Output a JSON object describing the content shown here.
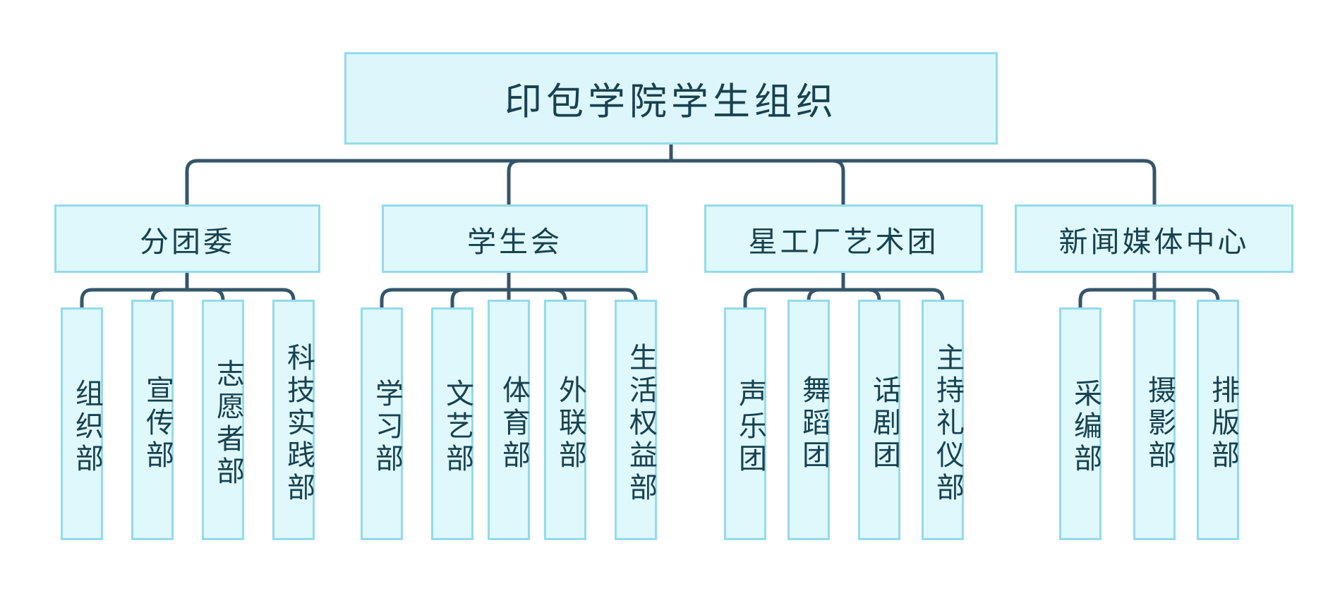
{
  "diagram": {
    "type": "organization-chart",
    "title_node": "印包学院学生组织",
    "theme": {
      "node_fill": "#dff8fc",
      "node_border": "#93dbeb",
      "text_color": "#18414f",
      "connector_color": "#34566b",
      "background": "#ffffff"
    },
    "root": {
      "label": "印包学院学生组织"
    },
    "branches": [
      {
        "label": "分团委",
        "children": [
          {
            "label": "组织部"
          },
          {
            "label": "宣传部"
          },
          {
            "label": "志愿者部"
          },
          {
            "label": "科技实践部"
          }
        ]
      },
      {
        "label": "学生会",
        "children": [
          {
            "label": "学习部"
          },
          {
            "label": "文艺部"
          },
          {
            "label": "体育部"
          },
          {
            "label": "外联部"
          },
          {
            "label": "生活权益部"
          }
        ]
      },
      {
        "label": "星工厂艺术团",
        "children": [
          {
            "label": "声乐团"
          },
          {
            "label": "舞蹈团"
          },
          {
            "label": "话剧团"
          },
          {
            "label": "主持礼仪部"
          }
        ]
      },
      {
        "label": "新闻媒体中心",
        "children": [
          {
            "label": "采编部"
          },
          {
            "label": "摄影部"
          },
          {
            "label": "排版部"
          }
        ]
      }
    ]
  }
}
